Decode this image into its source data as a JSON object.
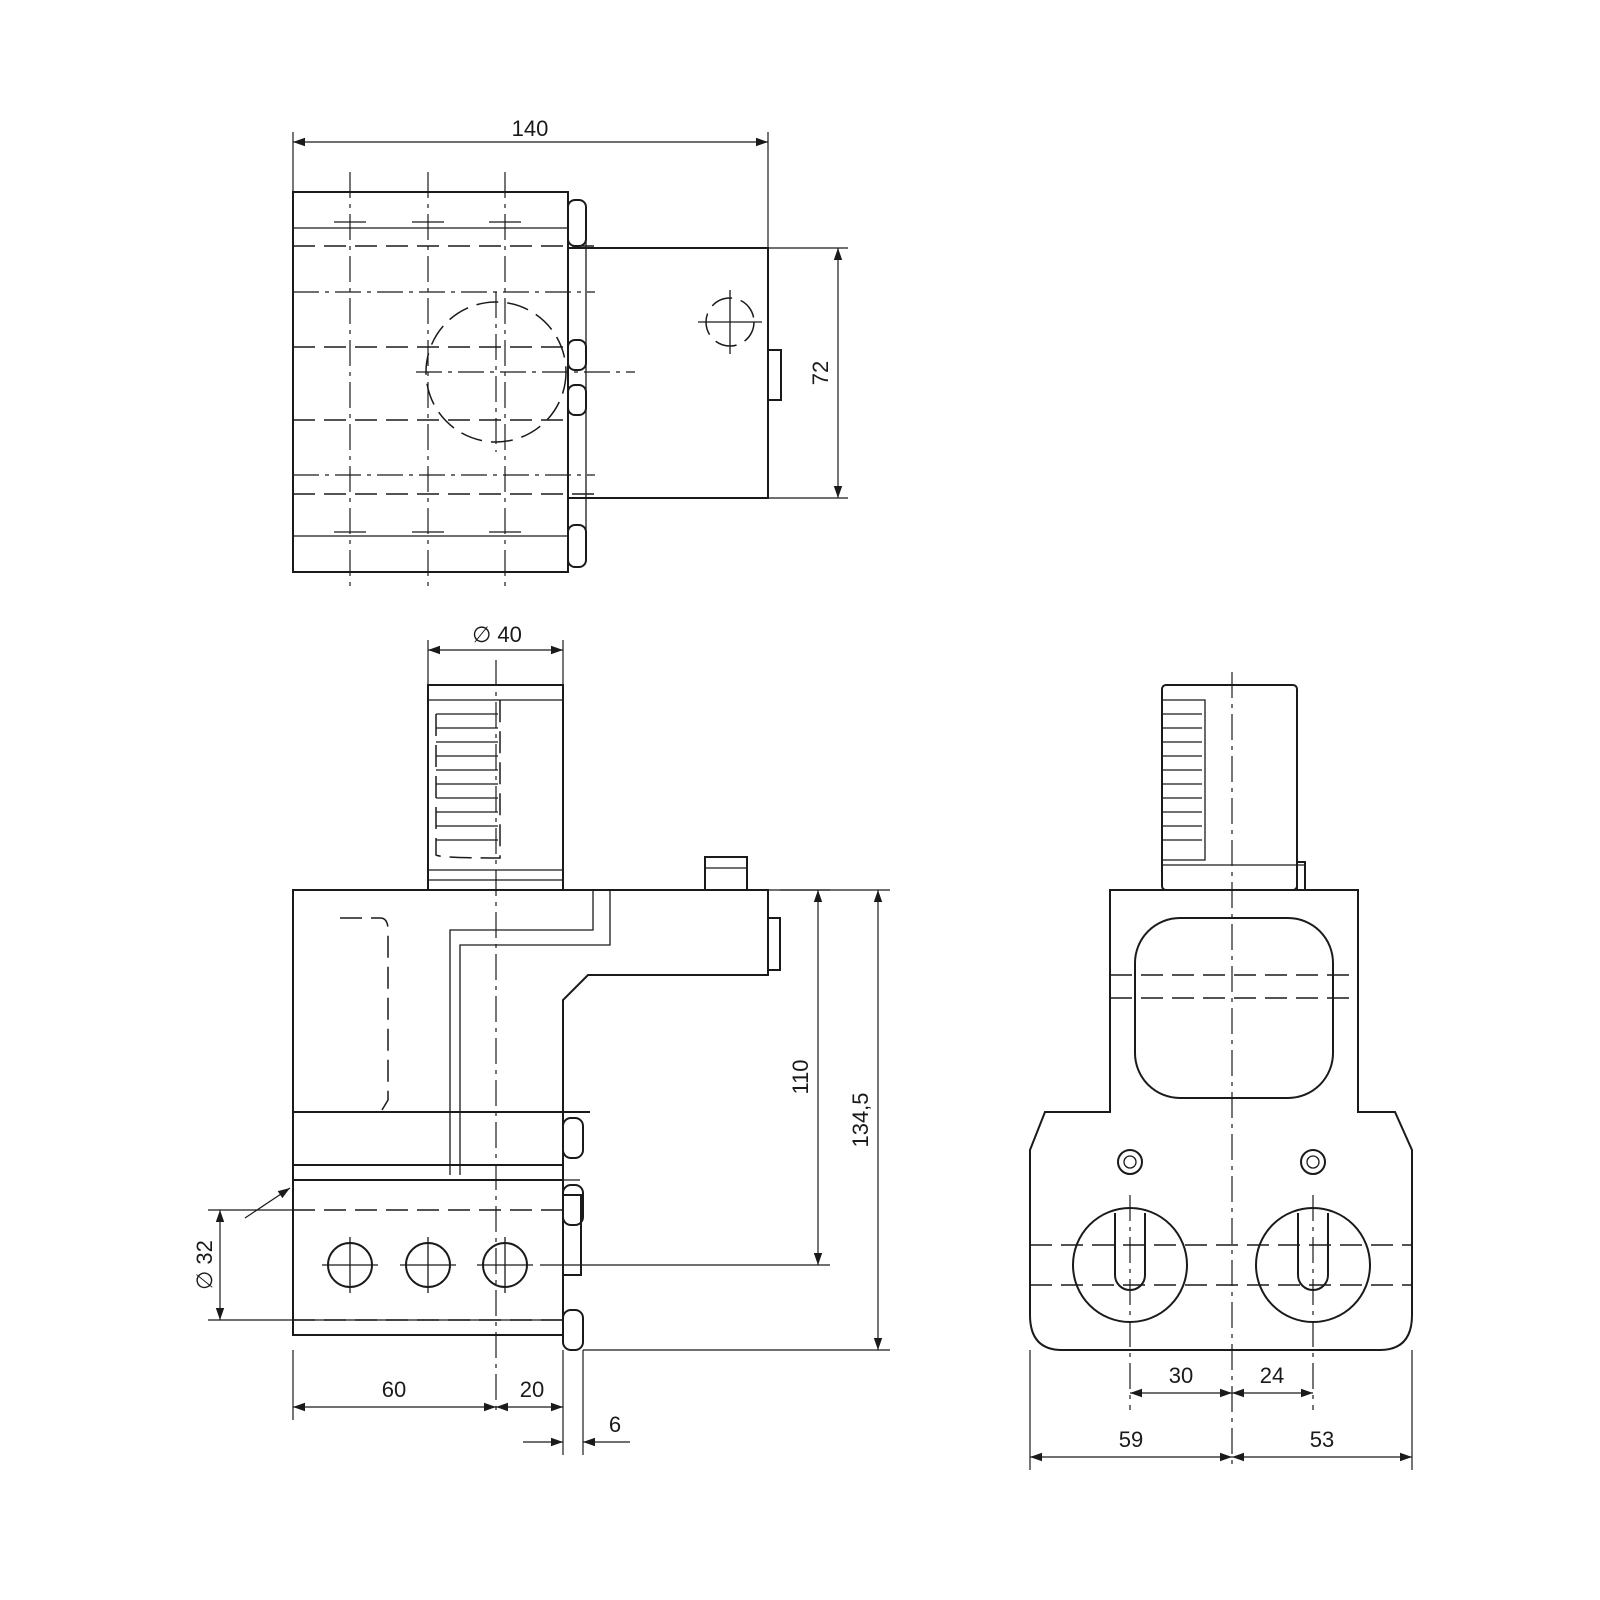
{
  "top_view": {
    "width_label": "140",
    "height_label": "72"
  },
  "front_view": {
    "shank_diameter_label": "∅ 40",
    "height_label": "110",
    "total_height_label": "134,5",
    "bore_diameter_label": "∅ 32",
    "left_offset_label": "60",
    "shank_offset_label": "20",
    "step_label": "6"
  },
  "side_view": {
    "left_inner_label": "30",
    "right_inner_label": "24",
    "left_outer_label": "59",
    "right_outer_label": "53"
  }
}
